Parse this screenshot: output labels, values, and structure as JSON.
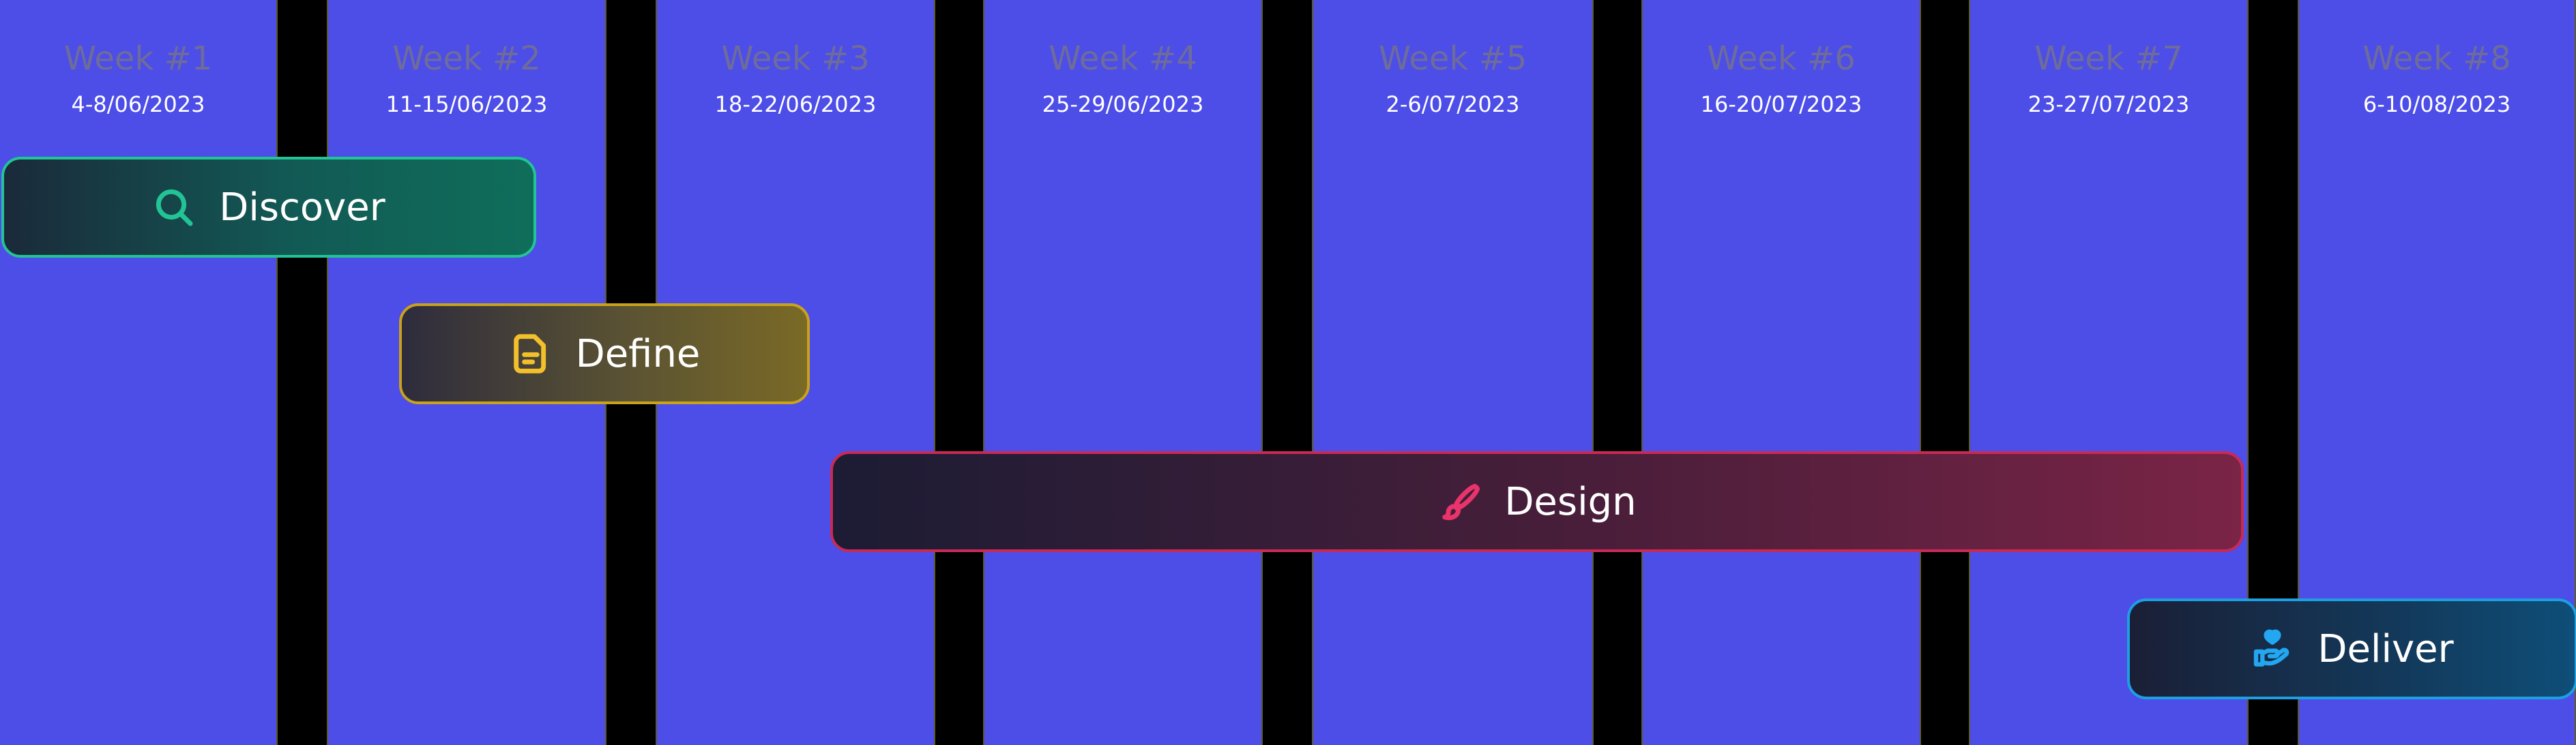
{
  "weeks": [
    {
      "title": "Week #1",
      "dates": "4-8/06/2023"
    },
    {
      "title": "Week #2",
      "dates": "11-15/06/2023"
    },
    {
      "title": "Week #3",
      "dates": "18-22/06/2023"
    },
    {
      "title": "Week #4",
      "dates": "25-29/06/2023"
    },
    {
      "title": "Week #5",
      "dates": "2-6/07/2023"
    },
    {
      "title": "Week #6",
      "dates": "16-20/07/2023"
    },
    {
      "title": "Week #7",
      "dates": "23-27/07/2023"
    },
    {
      "title": "Week #8",
      "dates": "6-10/08/2023"
    }
  ],
  "phases": {
    "discover": {
      "label": "Discover",
      "icon": "search-icon",
      "color": "#22c495"
    },
    "define": {
      "label": "Define",
      "icon": "document-icon",
      "color": "#f2c02a"
    },
    "design": {
      "label": "Design",
      "icon": "paintbrush-icon",
      "color": "#e8336b"
    },
    "deliver": {
      "label": "Deliver",
      "icon": "hand-heart-icon",
      "color": "#22a7f0"
    }
  },
  "colors": {
    "column_background": "#4d4de8",
    "gap_background": "#000000"
  }
}
